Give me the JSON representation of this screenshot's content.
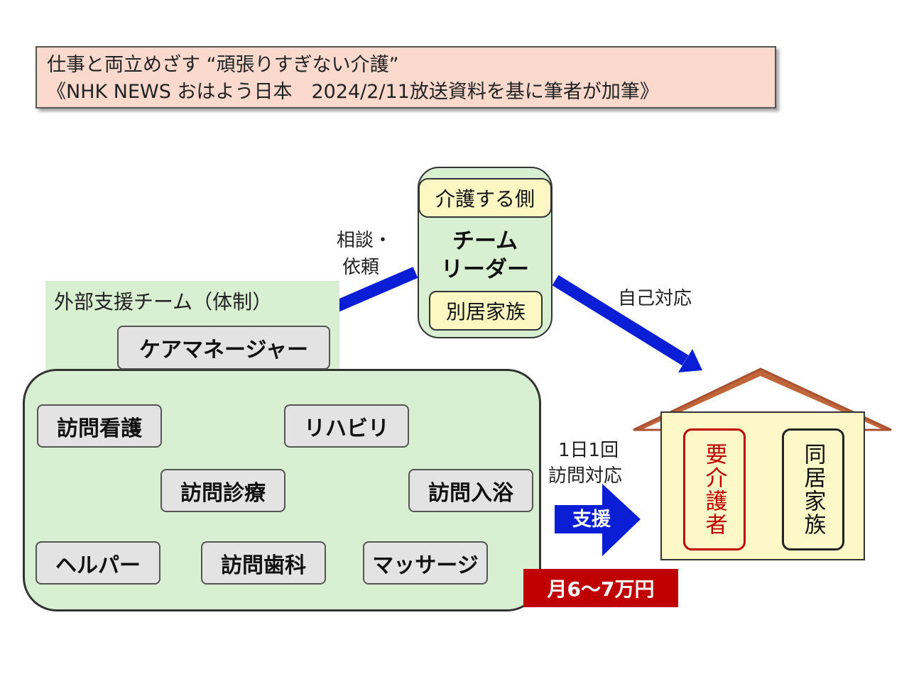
{
  "title": {
    "line1": "仕事と両立めざす “頑張りすぎない介護”",
    "line2": "《NHK NEWS おはよう日本　2024/2/11放送資料を基に筆者が加筆》"
  },
  "team": {
    "caregiver_side": "介護する側",
    "leader_line1": "チーム",
    "leader_line2": "リーダー",
    "separate_family": "別居家族"
  },
  "arrows": {
    "consult_line1": "相談・",
    "consult_line2": "依頼",
    "self_handle": "自己対応",
    "visit_line1": "1日1回",
    "visit_line2": "訪問対応",
    "support": "支援"
  },
  "external": {
    "heading": "外部支援チーム（体制）",
    "care_manager": "ケアマネージャー",
    "services": [
      "訪問看護",
      "リハビリ",
      "訪問診療",
      "訪問入浴",
      "ヘルパー",
      "訪問歯科",
      "マッサージ"
    ]
  },
  "cost": "月6～7万円",
  "house": {
    "care_recipient": "要介護者",
    "cohabiting_family": "同居家族"
  },
  "colors": {
    "title_bg": "#fbd9cc",
    "group_green": "#d8efd2",
    "arrow_blue": "#0a1ed6",
    "highlight_red": "#c00000",
    "roof": "#c0643a",
    "house_wall": "#fdf8c8",
    "yellow_pill": "#fdf7c3"
  }
}
